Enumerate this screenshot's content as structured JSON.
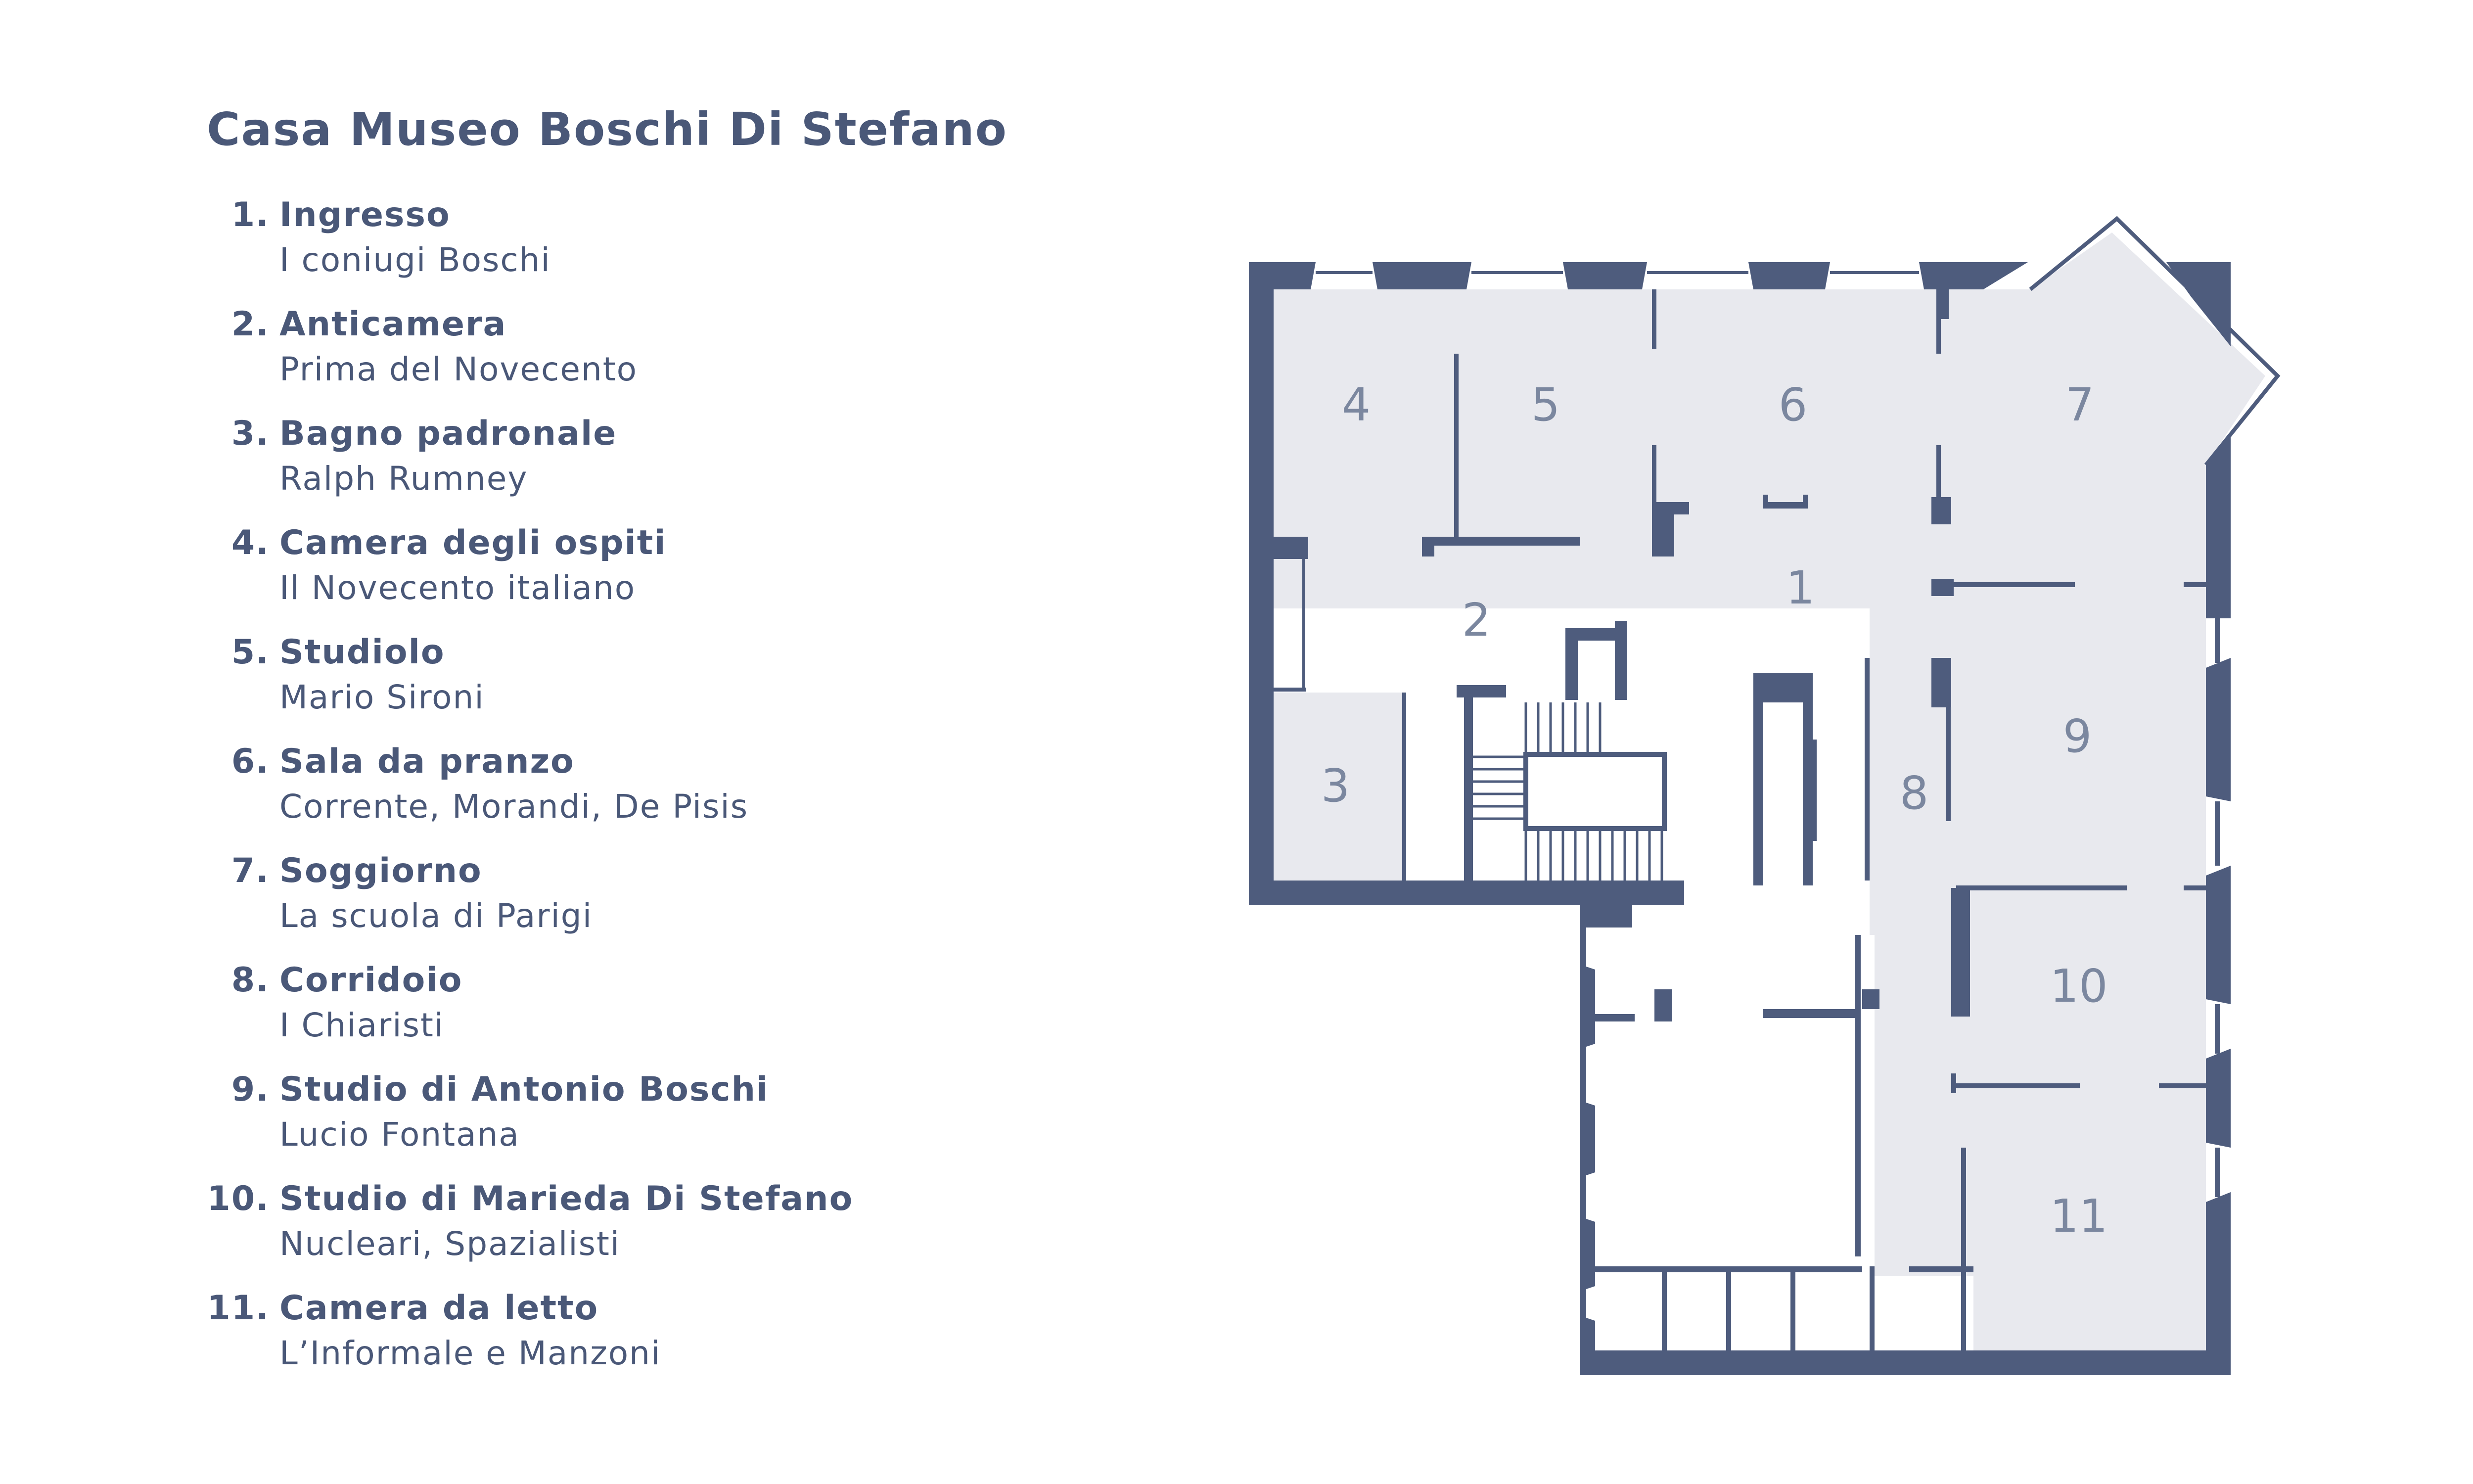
{
  "colors": {
    "text": "#4A5878",
    "wall": "#4E5C7D",
    "floor": "#E8E9EE",
    "room_label": "#7B879F",
    "background": "#FFFFFF"
  },
  "title": "Casa Museo Boschi Di Stefano",
  "legend": [
    {
      "number": "1.",
      "name": "Ingresso",
      "subtitle": "I coniugi Boschi"
    },
    {
      "number": "2.",
      "name": "Anticamera",
      "subtitle": "Prima del Novecento"
    },
    {
      "number": "3.",
      "name": "Bagno padronale",
      "subtitle": "Ralph Rumney"
    },
    {
      "number": "4.",
      "name": "Camera degli ospiti",
      "subtitle": "Il Novecento italiano"
    },
    {
      "number": "5.",
      "name": "Studiolo",
      "subtitle": "Mario Sironi"
    },
    {
      "number": "6.",
      "name": "Sala da pranzo",
      "subtitle": "Corrente, Morandi, De Pisis"
    },
    {
      "number": "7.",
      "name": "Soggiorno",
      "subtitle": "La scuola di Parigi"
    },
    {
      "number": "8.",
      "name": "Corridoio",
      "subtitle": "I Chiaristi"
    },
    {
      "number": "9.",
      "name": "Studio di Antonio Boschi",
      "subtitle": "Lucio Fontana"
    },
    {
      "number": "10.",
      "name": "Studio di Marieda Di Stefano",
      "subtitle": "Nucleari, Spazialisti"
    },
    {
      "number": "11.",
      "name": "Camera da letto",
      "subtitle": "L’Informale e Manzoni"
    }
  ],
  "map": {
    "room_labels": [
      "1",
      "2",
      "3",
      "4",
      "5",
      "6",
      "7",
      "8",
      "9",
      "10",
      "11"
    ]
  }
}
